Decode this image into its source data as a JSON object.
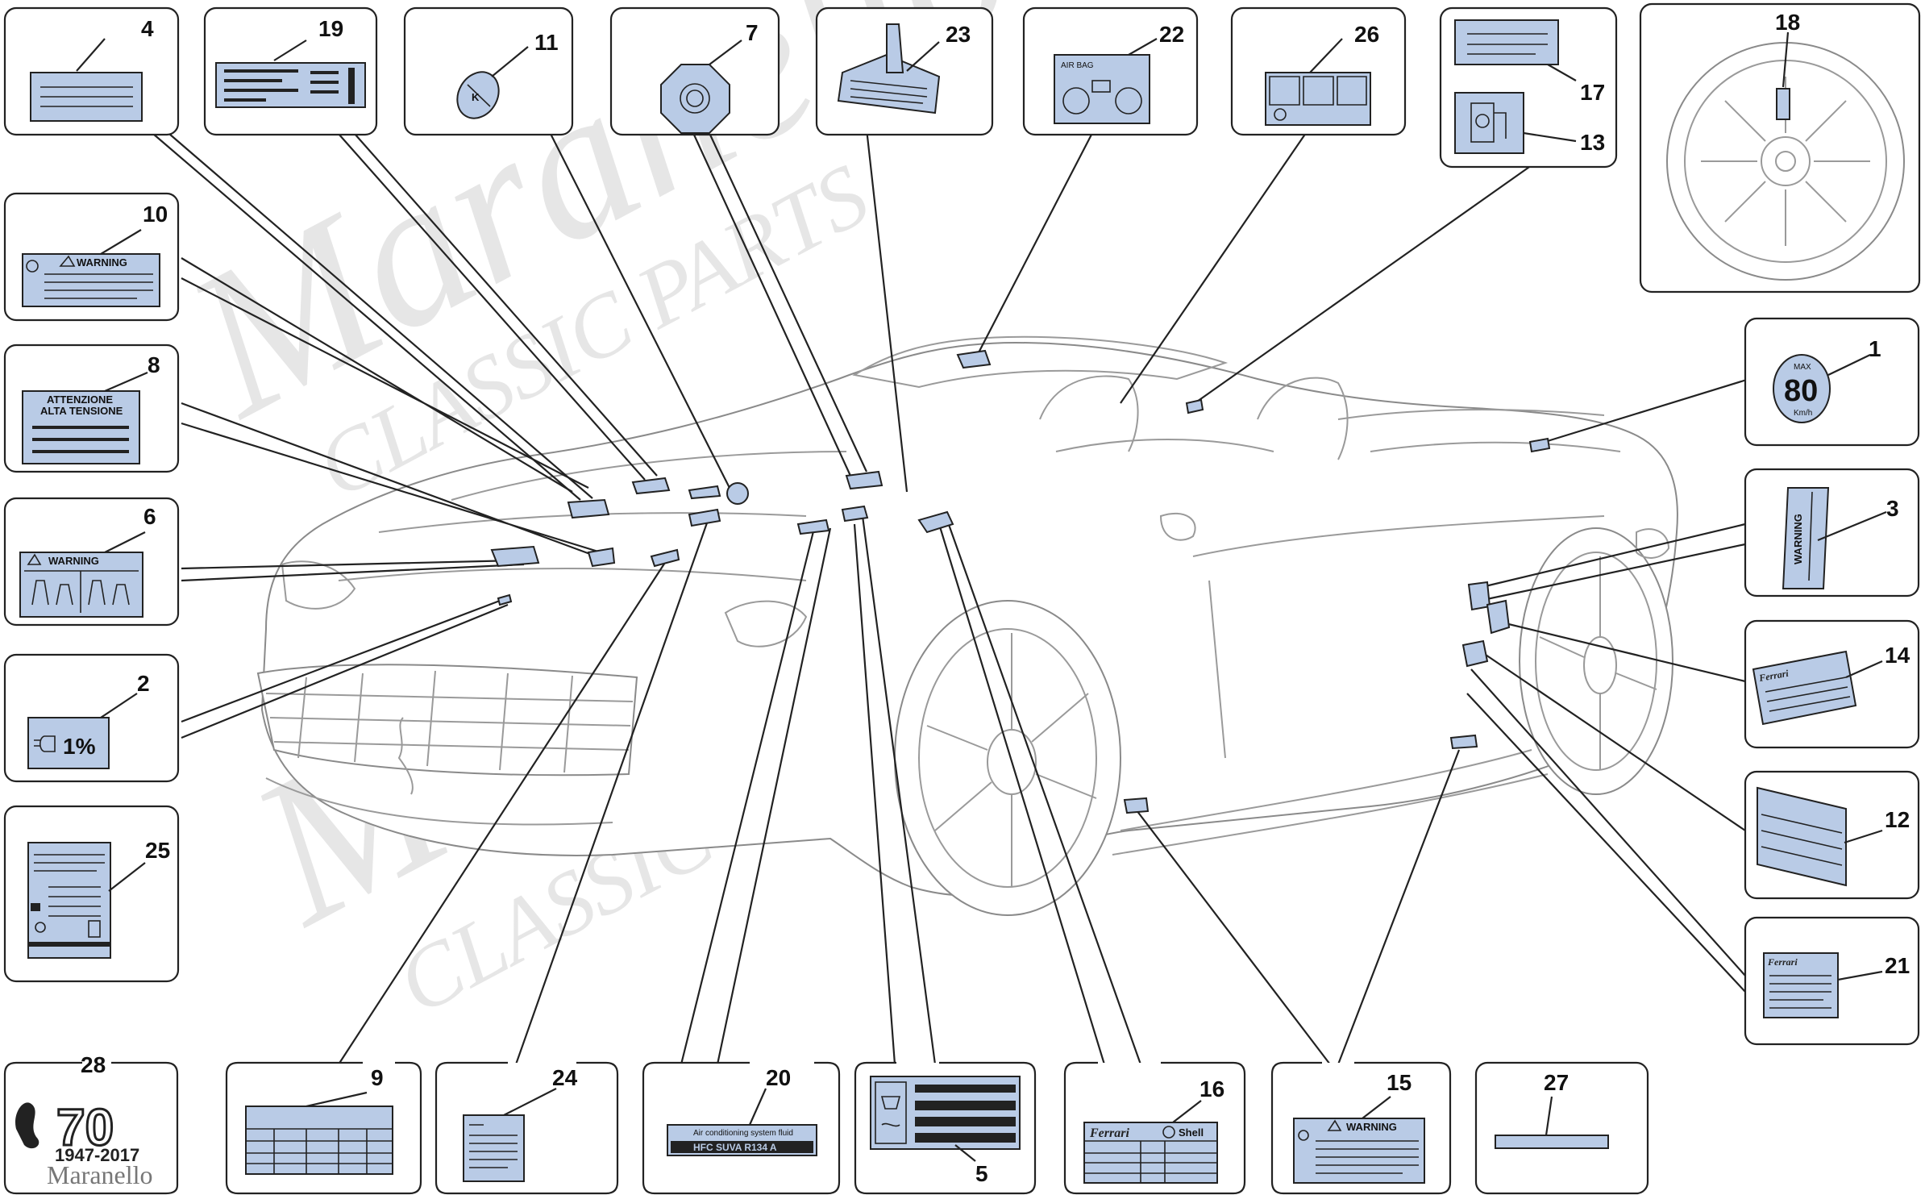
{
  "diagram": {
    "labels": [
      {
        "id": "1",
        "text": "1"
      },
      {
        "id": "2",
        "text": "2"
      },
      {
        "id": "3",
        "text": "3"
      },
      {
        "id": "4",
        "text": "4"
      },
      {
        "id": "5",
        "text": "5"
      },
      {
        "id": "6",
        "text": "6"
      },
      {
        "id": "7",
        "text": "7"
      },
      {
        "id": "8",
        "text": "8"
      },
      {
        "id": "9",
        "text": "9"
      },
      {
        "id": "10",
        "text": "10"
      },
      {
        "id": "11",
        "text": "11"
      },
      {
        "id": "12",
        "text": "12"
      },
      {
        "id": "13",
        "text": "13"
      },
      {
        "id": "14",
        "text": "14"
      },
      {
        "id": "15",
        "text": "15"
      },
      {
        "id": "16",
        "text": "16"
      },
      {
        "id": "17",
        "text": "17"
      },
      {
        "id": "18",
        "text": "18"
      },
      {
        "id": "19",
        "text": "19"
      },
      {
        "id": "20",
        "text": "20"
      },
      {
        "id": "21",
        "text": "21"
      },
      {
        "id": "22",
        "text": "22"
      },
      {
        "id": "23",
        "text": "23"
      },
      {
        "id": "24",
        "text": "24"
      },
      {
        "id": "25",
        "text": "25"
      },
      {
        "id": "26",
        "text": "26"
      },
      {
        "id": "27",
        "text": "27"
      },
      {
        "id": "28",
        "text": "28"
      }
    ],
    "label_texts": {
      "warning": "WARNING",
      "air_bag": "AIR BAG",
      "attenzione_line1": "ATTENZIONE",
      "attenzione_line2": "ALTA TENSIONE",
      "headlight_pct": "1%",
      "max_label": "MAX",
      "max_speed": "80",
      "max_unit": "Km/h",
      "shell": "Shell",
      "ferrari_script": "Ferrari",
      "ac_line1": "Air conditioning system fluid",
      "ac_line2": "HFC SUVA R134 A",
      "anniv_70": "70",
      "anniv_years": "1947-2017"
    },
    "watermark": {
      "brand": "Maranello",
      "sub": "CLASSIC PARTS"
    }
  }
}
